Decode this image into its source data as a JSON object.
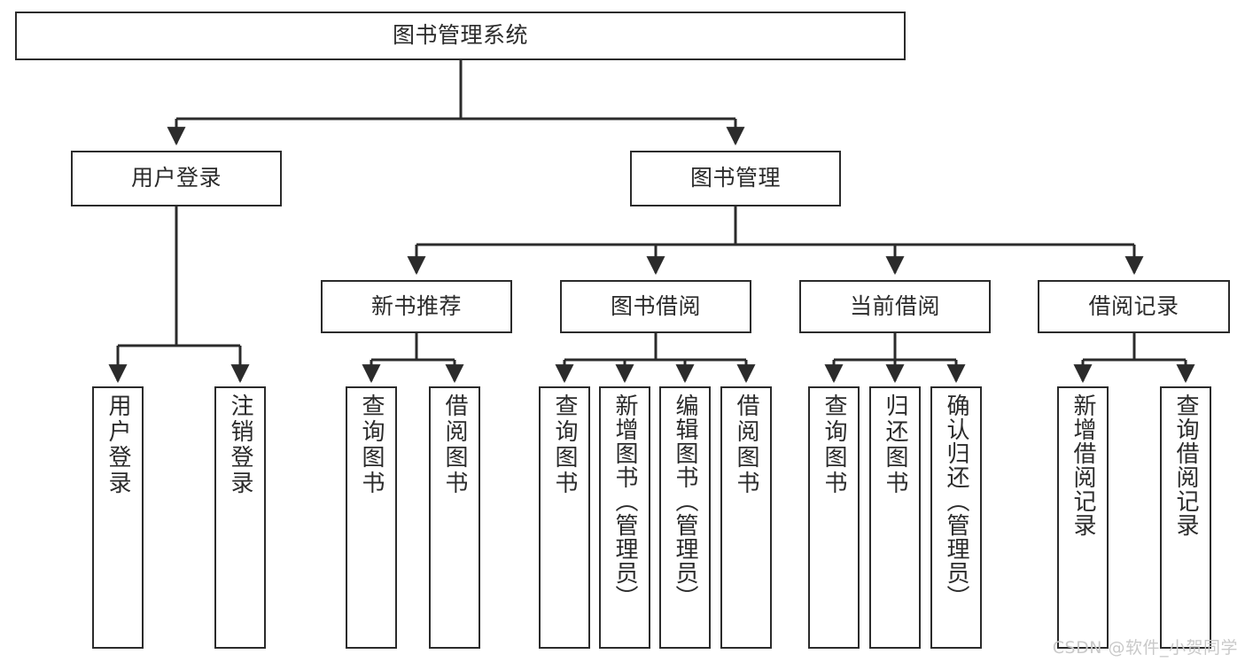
{
  "diagram": {
    "title": "图书管理系统",
    "type": "tree-hierarchy",
    "watermark": "CSDN @软件_小贺同学",
    "colors": {
      "stroke": "#2b2b2b",
      "background": "#ffffff",
      "watermark": "#c9c9c9"
    },
    "nodes": {
      "root": {
        "label": "图书管理系统"
      },
      "level2": [
        {
          "id": "user-login",
          "label": "用户登录"
        },
        {
          "id": "book-manage",
          "label": "图书管理"
        }
      ],
      "level3": [
        {
          "id": "new-book-recommend",
          "label": "新书推荐"
        },
        {
          "id": "book-borrow",
          "label": "图书借阅"
        },
        {
          "id": "current-borrow",
          "label": "当前借阅"
        },
        {
          "id": "borrow-record",
          "label": "借阅记录"
        }
      ],
      "leaves": {
        "user_login": [
          {
            "id": "leaf-user-login",
            "label": "用户登录"
          },
          {
            "id": "leaf-logout-login",
            "label": "注销登录"
          }
        ],
        "new_book_recommend": [
          {
            "id": "leaf-query-book-1",
            "label": "查询图书"
          },
          {
            "id": "leaf-borrow-book-1",
            "label": "借阅图书"
          }
        ],
        "book_borrow": [
          {
            "id": "leaf-query-book-2",
            "label": "查询图书"
          },
          {
            "id": "leaf-add-book",
            "label": "新增图书（管理员）"
          },
          {
            "id": "leaf-edit-book",
            "label": "编辑图书（管理员）"
          },
          {
            "id": "leaf-borrow-book-2",
            "label": "借阅图书"
          }
        ],
        "current_borrow": [
          {
            "id": "leaf-query-book-3",
            "label": "查询图书"
          },
          {
            "id": "leaf-return-book",
            "label": "归还图书"
          },
          {
            "id": "leaf-confirm-return",
            "label": "确认归还（管理员）"
          }
        ],
        "borrow_record": [
          {
            "id": "leaf-add-record",
            "label": "新增借阅记录"
          },
          {
            "id": "leaf-query-record",
            "label": "查询借阅记录"
          }
        ]
      }
    }
  }
}
